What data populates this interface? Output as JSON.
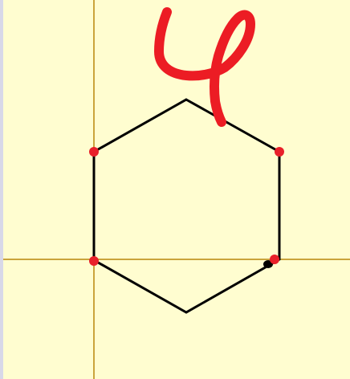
{
  "canvas": {
    "background": "#fffdd0",
    "edge_color": "#d8d8e8"
  },
  "axes": {
    "color": "#b8860b"
  },
  "hexagon": {
    "stroke": "#000000",
    "vertices": [
      {
        "name": "top"
      },
      {
        "name": "upper-right",
        "marked": true
      },
      {
        "name": "lower-right",
        "marked": true
      },
      {
        "name": "bottom"
      },
      {
        "name": "lower-left",
        "marked": true
      },
      {
        "name": "upper-left",
        "marked": true
      }
    ]
  },
  "markers": {
    "color": "#e8202a"
  },
  "cursor": {
    "color": "#000000"
  },
  "annotation": {
    "type": "freehand-stroke",
    "color": "#ec1c24"
  }
}
